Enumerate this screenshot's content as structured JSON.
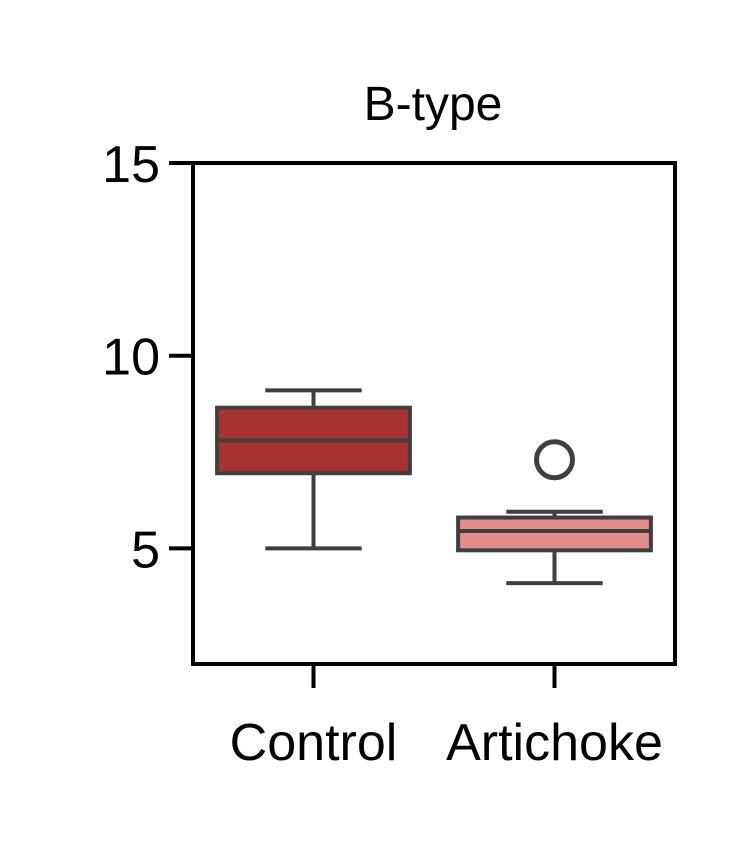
{
  "chart_data": {
    "type": "box",
    "title": "B-type",
    "xlabel": "",
    "ylabel": "",
    "ylim": [
      2,
      15
    ],
    "yticks": [
      "5",
      "10",
      "15"
    ],
    "ytick_values": [
      5,
      10,
      15
    ],
    "categories": [
      "Control",
      "Artichoke"
    ],
    "boxes": [
      {
        "category": "Control",
        "whisker_low": 5.0,
        "q1": 6.95,
        "median": 7.8,
        "q3": 8.65,
        "whisker_high": 9.1,
        "outliers": [],
        "color": "#a83232"
      },
      {
        "category": "Artichoke",
        "whisker_low": 4.1,
        "q1": 4.95,
        "median": 5.45,
        "q3": 5.8,
        "whisker_high": 5.95,
        "outliers": [
          7.3
        ],
        "color": "#e38c8c"
      }
    ],
    "grid": false,
    "legend": "none",
    "colors": {
      "axis": "#000000",
      "box_edge": "#3f3f3f"
    }
  }
}
